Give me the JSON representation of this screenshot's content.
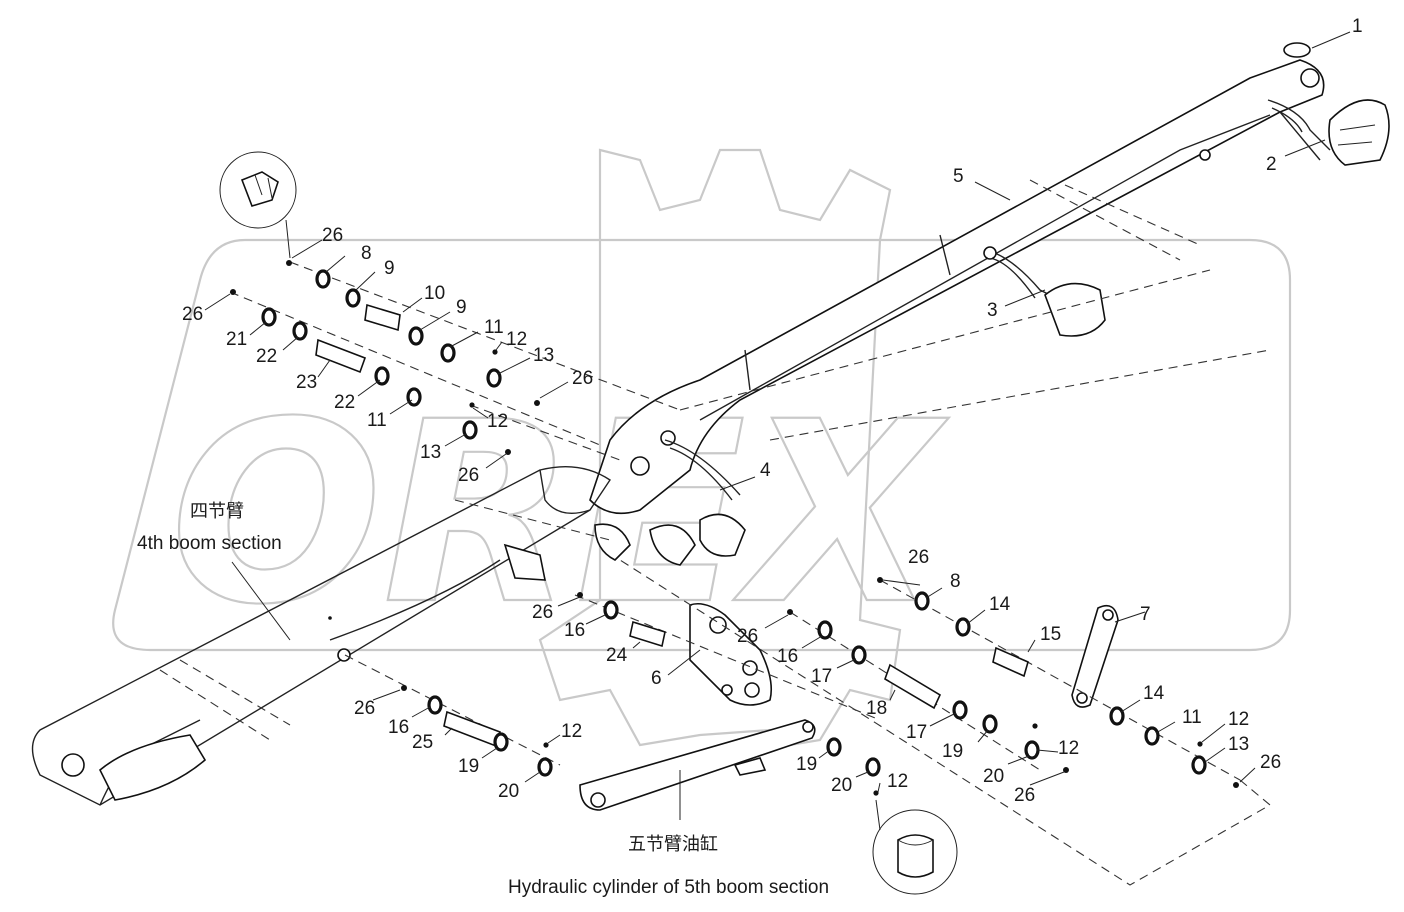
{
  "watermark": {
    "brand": "OREX"
  },
  "captions": {
    "boom4_zh": "四节臂",
    "boom4_en": "4th boom section",
    "cylinder_zh": "五节臂油缸",
    "cylinder_en": "Hydraulic cylinder of 5th boom section"
  },
  "callouts": {
    "c1": "1",
    "c2": "2",
    "c3": "3",
    "c4": "4",
    "c5": "5",
    "c6": "6",
    "c7": "7",
    "c8a": "8",
    "c8b": "8",
    "c9a": "9",
    "c9b": "9",
    "c10": "10",
    "c11a": "11",
    "c11b": "11",
    "c11c": "11",
    "c12a": "12",
    "c12b": "12",
    "c12c": "12",
    "c12d": "12",
    "c12e": "12",
    "c12f": "12",
    "c13a": "13",
    "c13b": "13",
    "c13c": "13",
    "c14a": "14",
    "c14b": "14",
    "c15": "15",
    "c16a": "16",
    "c16b": "16",
    "c16c": "16",
    "c17a": "17",
    "c17b": "17",
    "c18": "18",
    "c19a": "19",
    "c19b": "19",
    "c19c": "19",
    "c20a": "20",
    "c20b": "20",
    "c20c": "20",
    "c21": "21",
    "c22a": "22",
    "c22b": "22",
    "c23": "23",
    "c24": "24",
    "c25": "25",
    "c26a": "26",
    "c26b": "26",
    "c26c": "26",
    "c26d": "26",
    "c26e": "26",
    "c26f": "26",
    "c26g": "26",
    "c26h": "26",
    "c26i": "26"
  }
}
